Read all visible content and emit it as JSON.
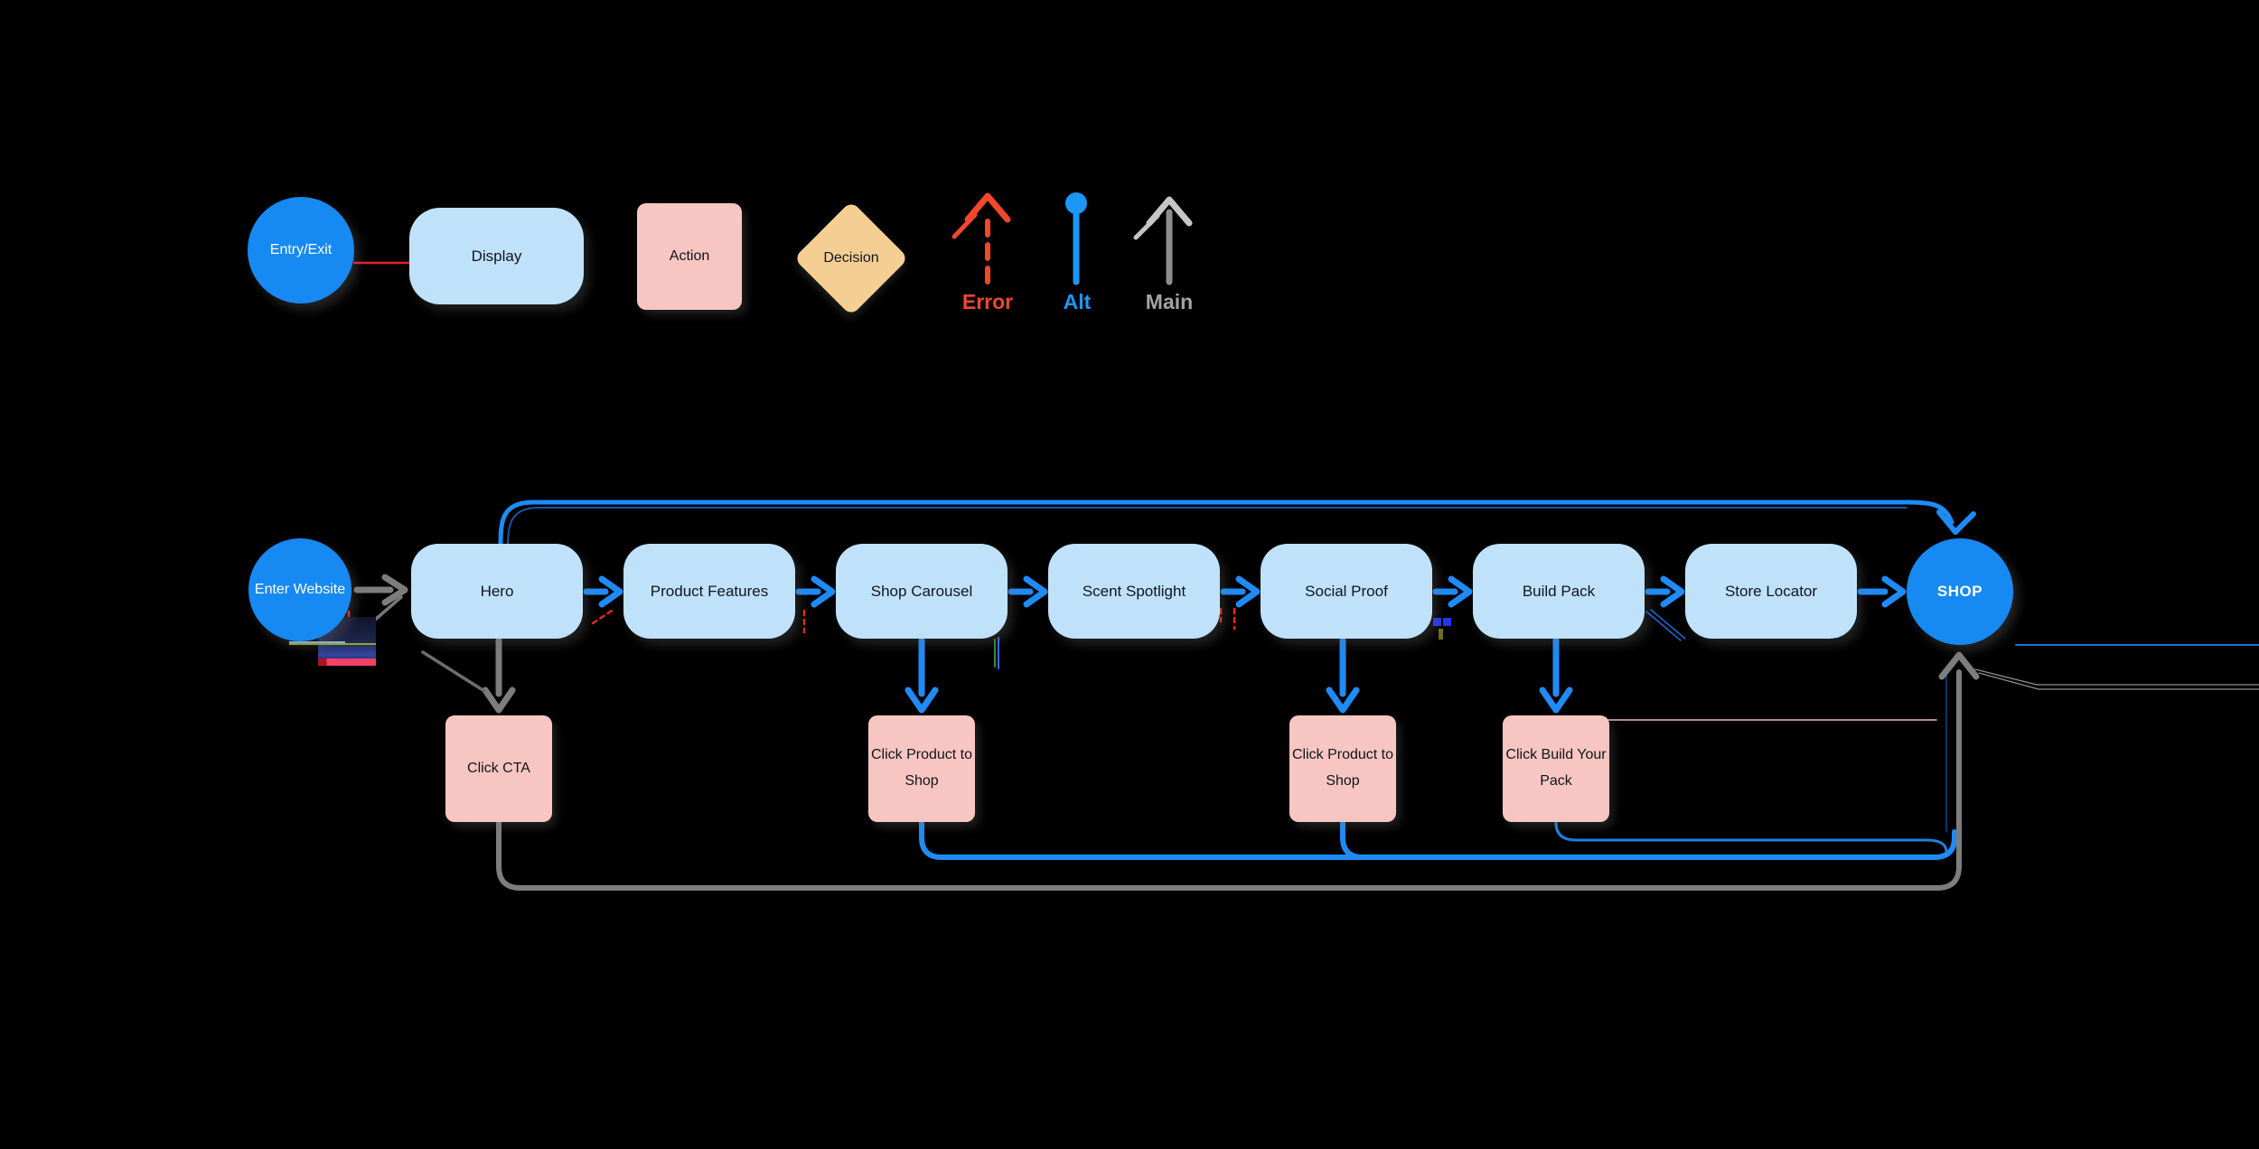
{
  "legend": {
    "items": [
      {
        "label": "Entry/Exit",
        "type": "circle"
      },
      {
        "label": "Display",
        "type": "rounded"
      },
      {
        "label": "Action",
        "type": "rect"
      },
      {
        "label": "Decision",
        "type": "diamond"
      },
      {
        "label": "Error",
        "type": "error-arrow"
      },
      {
        "label": "Alt",
        "type": "alt-arrow"
      },
      {
        "label": "Main",
        "type": "main-arrow"
      }
    ]
  },
  "flow": {
    "start": {
      "label": "Enter Website"
    },
    "steps": [
      {
        "label": "Hero"
      },
      {
        "label": "Product Features"
      },
      {
        "label": "Shop Carousel"
      },
      {
        "label": "Scent Spotlight"
      },
      {
        "label": "Social Proof"
      },
      {
        "label": "Build Pack"
      },
      {
        "label": "Store Locator"
      }
    ],
    "end": {
      "label": "SHOP"
    },
    "actions": [
      {
        "label": "Click CTA"
      },
      {
        "label": "Click Product to Shop"
      },
      {
        "label": "Click Product to Shop"
      },
      {
        "label": "Click Build Your Pack"
      }
    ]
  },
  "colors": {
    "background": "#000000",
    "entry_exit_blue": "#1789f2",
    "display_light_blue": "#c0e1fa",
    "action_pink": "#f8c6c2",
    "decision_orange": "#f5ce93",
    "alt_blue": "#1e8bf7",
    "error_red": "#f1472b",
    "main_gray": "#7d7d7d"
  }
}
